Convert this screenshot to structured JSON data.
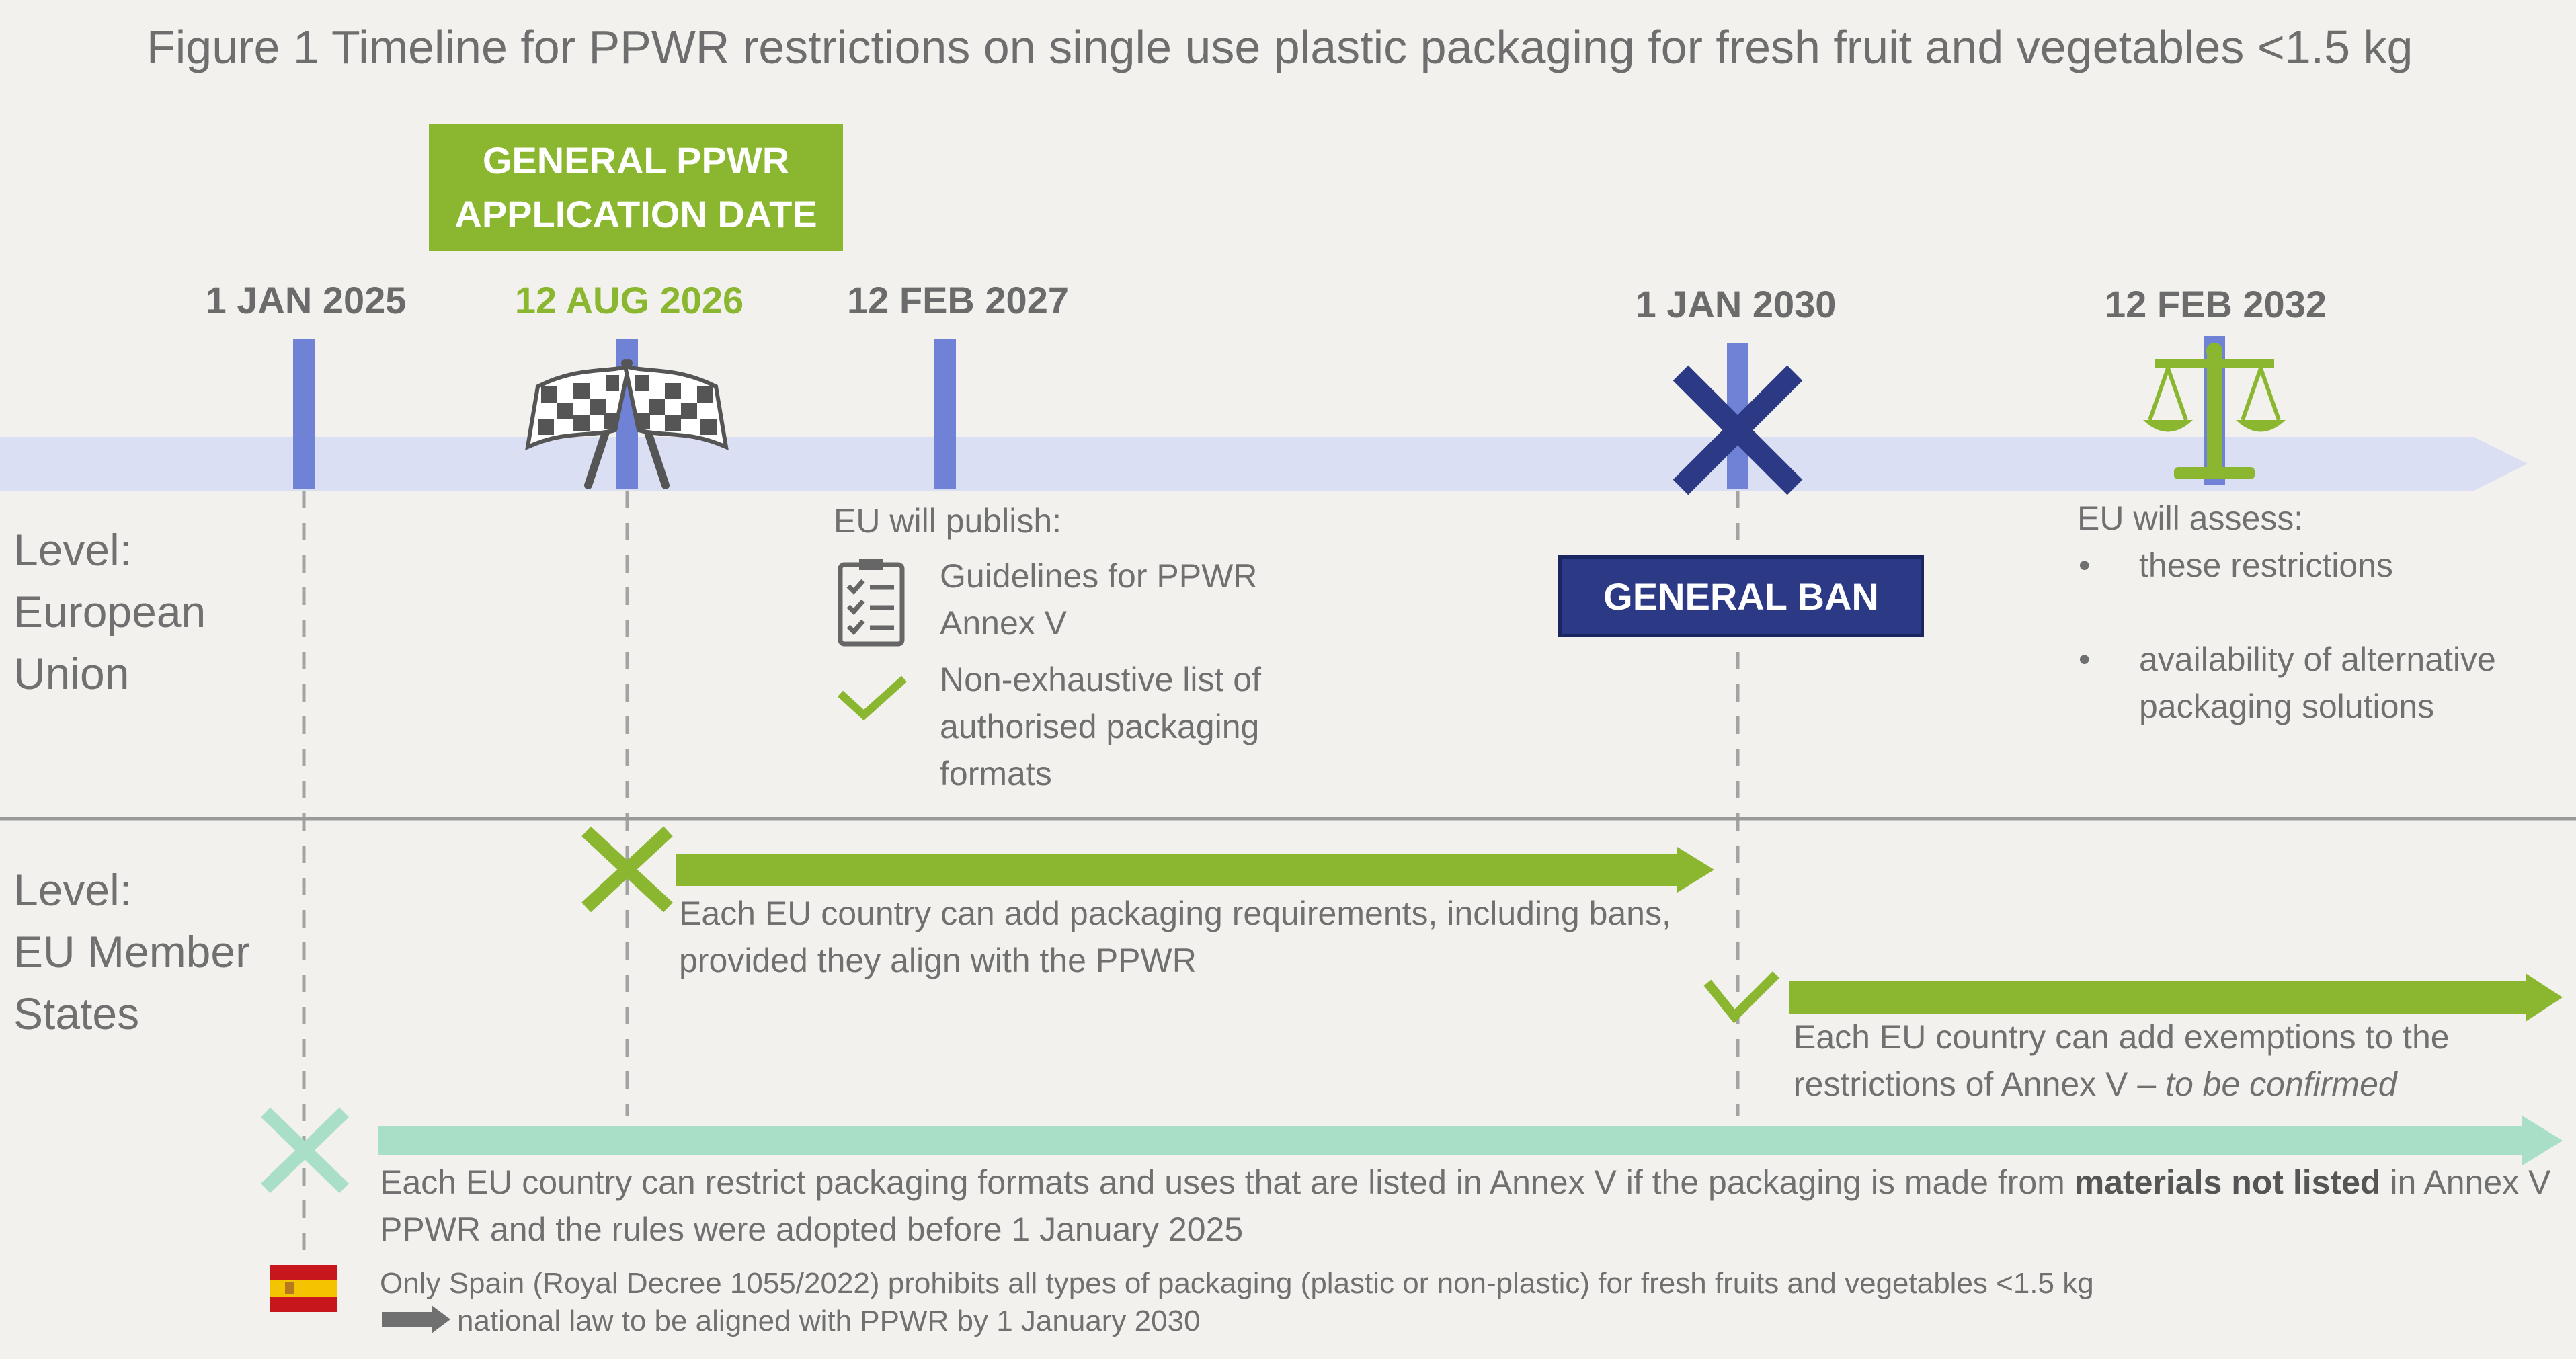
{
  "title": "Figure 1 Timeline for PPWR restrictions on single use plastic packaging for fresh fruit and vegetables <1.5 kg",
  "colors": {
    "background": "#f2f1ee",
    "timeline_band": "#dadff3",
    "marker_blue": "#6f82d6",
    "ban_navy": "#2c3a86",
    "accent_green": "#8ab72f",
    "mint_green": "#a9dfc6",
    "text_gray": "#707070",
    "divider": "#9a9a9a"
  },
  "application_box": {
    "line1": "GENERAL PPWR",
    "line2": "APPLICATION DATE"
  },
  "dates": [
    {
      "id": "d2025",
      "label": "1 JAN 2025",
      "highlight": false
    },
    {
      "id": "d2026",
      "label": "12 AUG 2026",
      "highlight": true
    },
    {
      "id": "d2027",
      "label": "12 FEB 2027",
      "highlight": false
    },
    {
      "id": "d2030",
      "label": "1 JAN 2030",
      "highlight": false
    },
    {
      "id": "d2032",
      "label": "12 FEB 2032",
      "highlight": false
    }
  ],
  "icons": {
    "flags": "checkered-flags-icon",
    "ban": "ban-cross-icon",
    "scale": "balance-scale-icon",
    "checklist": "checklist-icon",
    "check": "check-icon",
    "spain": "spain-flag-icon"
  },
  "eu_level": {
    "label_lines": [
      "Level:",
      "European",
      "Union"
    ],
    "publish": {
      "heading": "EU will publish:",
      "item1": "Guidelines for PPWR Annex V",
      "item2": "Non-exhaustive list of authorised packaging formats"
    },
    "general_ban": "GENERAL BAN",
    "assess": {
      "heading": "EU will assess:",
      "items": [
        "these restrictions",
        "availability of alternative packaging solutions"
      ]
    }
  },
  "ms_level": {
    "label_lines": [
      "Level:",
      "EU Member",
      "States"
    ],
    "row1": "Each EU country can add packaging requirements, including bans, provided they align with the PPWR",
    "row2_main": "Each EU country can add exemptions to the restrictions of Annex V – ",
    "row2_italic": "to be confirmed",
    "row3_pre": "Each EU country can restrict packaging formats and uses that are listed in Annex V if the packaging is made from ",
    "row3_bold": "materials not listed",
    "row3_post": " in Annex V PPWR and the rules were adopted before 1 January 2025"
  },
  "footnote": {
    "line1": "Only Spain (Royal Decree 1055/2022) prohibits all types of packaging (plastic or non-plastic) for fresh fruits and vegetables <1.5 kg",
    "line2": "national law to be aligned with PPWR by 1 January 2030"
  }
}
